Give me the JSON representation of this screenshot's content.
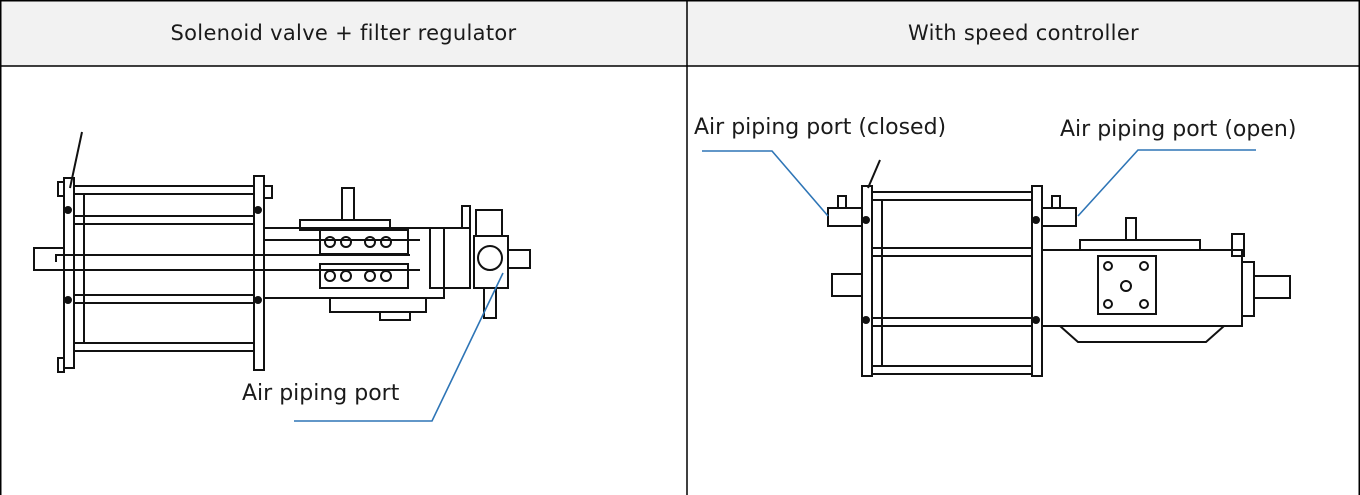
{
  "table": {
    "columns": [
      {
        "header": "Solenoid valve + filter regulator",
        "labels": [
          "Air piping port"
        ]
      },
      {
        "header": "With speed controller",
        "labels": [
          "Air piping port (closed)",
          "Air piping port (open)"
        ]
      }
    ]
  },
  "colors": {
    "leader": "#2e75b6",
    "header_bg": "#f2f2f2",
    "border": "#000000",
    "drawing": "#111111"
  }
}
